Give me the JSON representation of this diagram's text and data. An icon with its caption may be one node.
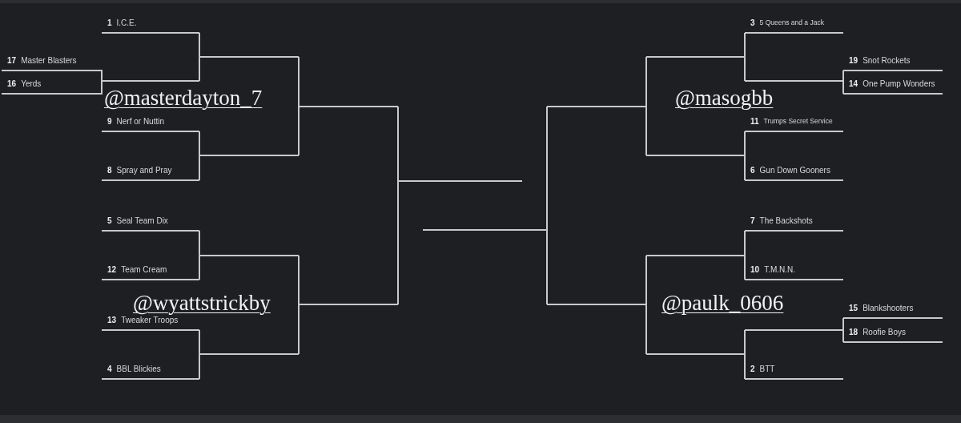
{
  "diagram": {
    "nodes": [
      {
        "text": [
          "1",
          "I.C.E."
        ]
      },
      {
        "text": [
          "17",
          "Master Blasters"
        ]
      },
      {
        "text": [
          "16",
          "Yerds"
        ]
      },
      {
        "text": [],
        "shape": "bar"
      },
      {
        "text": [
          "9",
          "Nerf or Nuttin"
        ]
      },
      {
        "text": [
          "8",
          "Spray and Pray"
        ]
      },
      {
        "text": [
          "5",
          "Seal Team Dix"
        ]
      },
      {
        "text": [
          "12",
          "Team Cream"
        ]
      },
      {
        "text": [
          "13",
          "Tweaker Troops"
        ]
      },
      {
        "text": [
          "4",
          "BBL Blickies"
        ]
      },
      {
        "text": [],
        "shape": "bar"
      },
      {
        "text": [],
        "shape": "bar"
      },
      {
        "text": [],
        "shape": "bar"
      },
      {
        "text": [],
        "shape": "bar"
      },
      {
        "text": [],
        "shape": "bar"
      },
      {
        "text": [],
        "shape": "bar"
      },
      {
        "text": [],
        "shape": "bar"
      },
      {
        "text": [],
        "shape": "bar"
      },
      {
        "text": [],
        "shape": "bar"
      },
      {
        "text": [],
        "shape": "bar"
      },
      {
        "text": [],
        "shape": "bar"
      },
      {
        "text": [],
        "shape": "bar"
      },
      {
        "text": [],
        "shape": "bar"
      },
      {
        "text": [],
        "shape": "bar"
      },
      {
        "text": [
          "3",
          "5 Queens and a Jack"
        ]
      },
      {
        "text": [],
        "shape": "bar"
      },
      {
        "text": [
          "11",
          "Trumps Secret Service"
        ]
      },
      {
        "text": [
          "6",
          "Gun Down Gooners"
        ]
      },
      {
        "text": [
          "7",
          "The Backshots"
        ]
      },
      {
        "text": [
          "10",
          "T.M.N.N."
        ]
      },
      {
        "text": [],
        "shape": "bar"
      },
      {
        "text": [
          "2",
          "BTT"
        ]
      },
      {
        "text": [
          "19",
          "Snot Rockets"
        ]
      },
      {
        "text": [
          "14",
          "One Pump Wonders"
        ]
      },
      {
        "text": [
          "15",
          "Blankshooters"
        ]
      },
      {
        "text": [
          "18",
          "Roofie Boys"
        ]
      }
    ],
    "edges": [
      {
        "from": 1,
        "to": 3,
        "arrow": "none"
      },
      {
        "from": 2,
        "to": 3,
        "arrow": "none"
      },
      {
        "from": 0,
        "to": 10,
        "arrow": "none"
      },
      {
        "from": 3,
        "to": 10,
        "arrow": "none"
      },
      {
        "from": 4,
        "to": 11,
        "arrow": "none"
      },
      {
        "from": 5,
        "to": 11,
        "arrow": "none"
      },
      {
        "from": 6,
        "to": 12,
        "arrow": "none"
      },
      {
        "from": 7,
        "to": 12,
        "arrow": "none"
      },
      {
        "from": 8,
        "to": 13,
        "arrow": "none"
      },
      {
        "from": 9,
        "to": 13,
        "arrow": "none"
      },
      {
        "from": 10,
        "to": 14,
        "arrow": "none"
      },
      {
        "from": 11,
        "to": 14,
        "arrow": "none"
      },
      {
        "from": 12,
        "to": 15,
        "arrow": "none"
      },
      {
        "from": 13,
        "to": 15,
        "arrow": "none"
      },
      {
        "from": 14,
        "to": 16,
        "arrow": "none"
      },
      {
        "from": 15,
        "to": 16,
        "arrow": "none"
      },
      {
        "from": 18,
        "to": 17,
        "arrow": "none"
      },
      {
        "from": 19,
        "to": 17,
        "arrow": "none"
      },
      {
        "from": 20,
        "to": 18,
        "arrow": "none"
      },
      {
        "from": 21,
        "to": 18,
        "arrow": "none"
      },
      {
        "from": 22,
        "to": 19,
        "arrow": "none"
      },
      {
        "from": 23,
        "to": 19,
        "arrow": "none"
      },
      {
        "from": 24,
        "to": 20,
        "arrow": "none"
      },
      {
        "from": 25,
        "to": 20,
        "arrow": "none"
      },
      {
        "from": 26,
        "to": 21,
        "arrow": "none"
      },
      {
        "from": 27,
        "to": 21,
        "arrow": "none"
      },
      {
        "from": 28,
        "to": 22,
        "arrow": "none"
      },
      {
        "from": 29,
        "to": 22,
        "arrow": "none"
      },
      {
        "from": 30,
        "to": 23,
        "arrow": "none"
      },
      {
        "from": 31,
        "to": 23,
        "arrow": "none"
      },
      {
        "from": 32,
        "to": 25,
        "arrow": "none"
      },
      {
        "from": 33,
        "to": 25,
        "arrow": "none"
      },
      {
        "from": 34,
        "to": 30,
        "arrow": "none"
      },
      {
        "from": 35,
        "to": 30,
        "arrow": "none"
      }
    ],
    "labels": [
      "@masterdayton_7",
      "@masogbb",
      "@wyattstrickby",
      "@paulk_0606"
    ]
  }
}
